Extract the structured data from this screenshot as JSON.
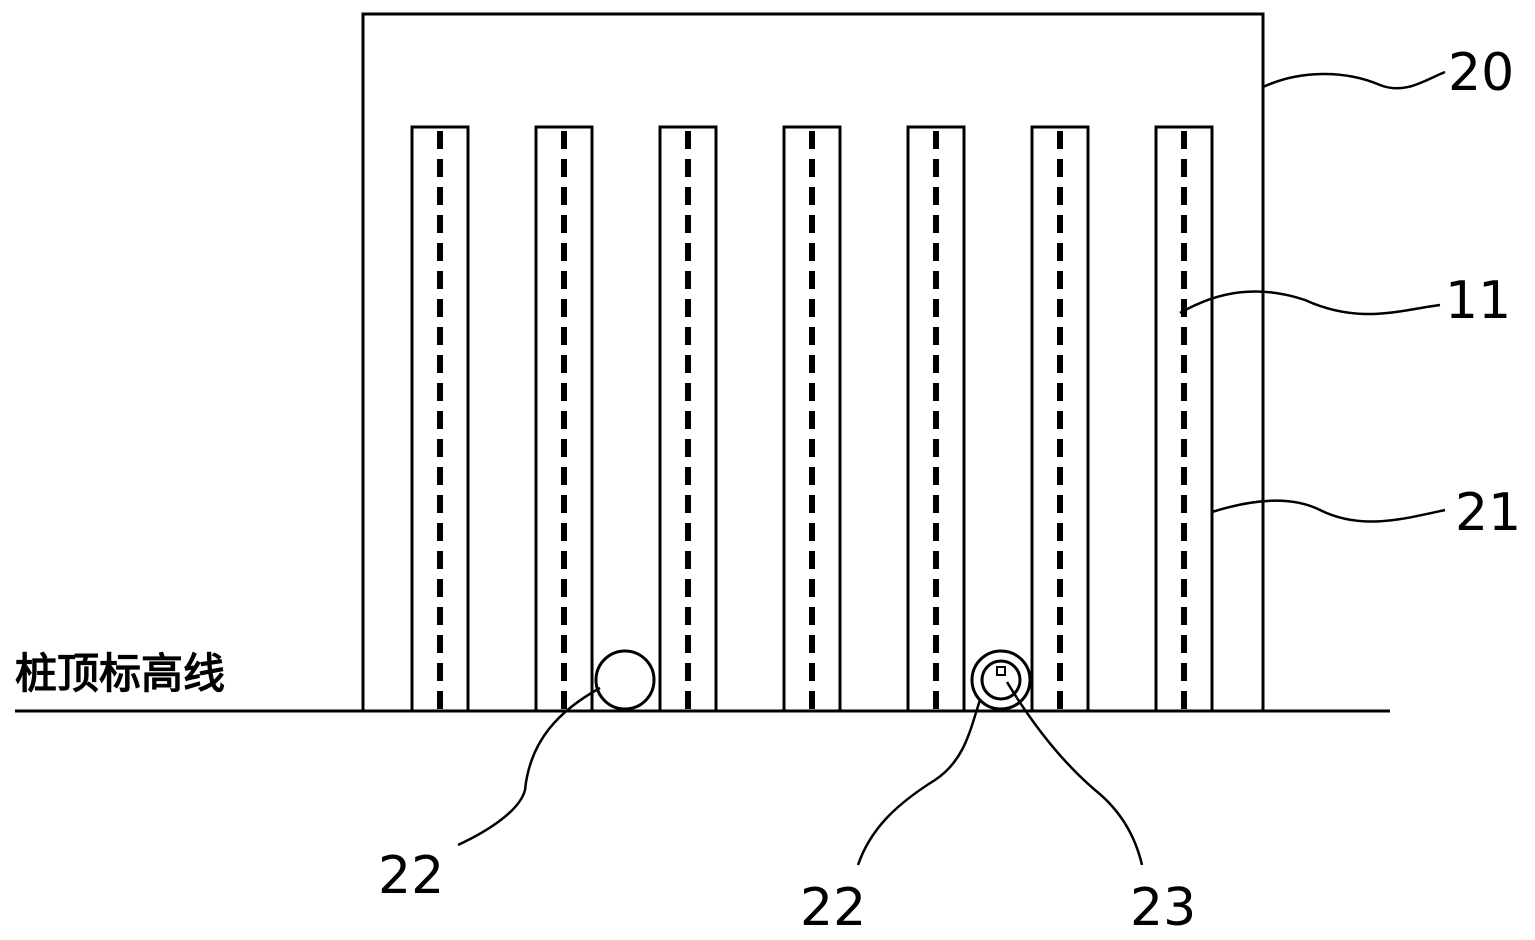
{
  "drawing": {
    "reference_line_label": "桩顶标高线",
    "callouts": {
      "cap": "20",
      "rebar": "11",
      "sleeve": "21",
      "marker_left": "22",
      "marker_right": "22",
      "inner_marker": "23"
    },
    "sleeve_count": 7,
    "colors": {
      "line": "#000000",
      "background": "#ffffff"
    }
  }
}
